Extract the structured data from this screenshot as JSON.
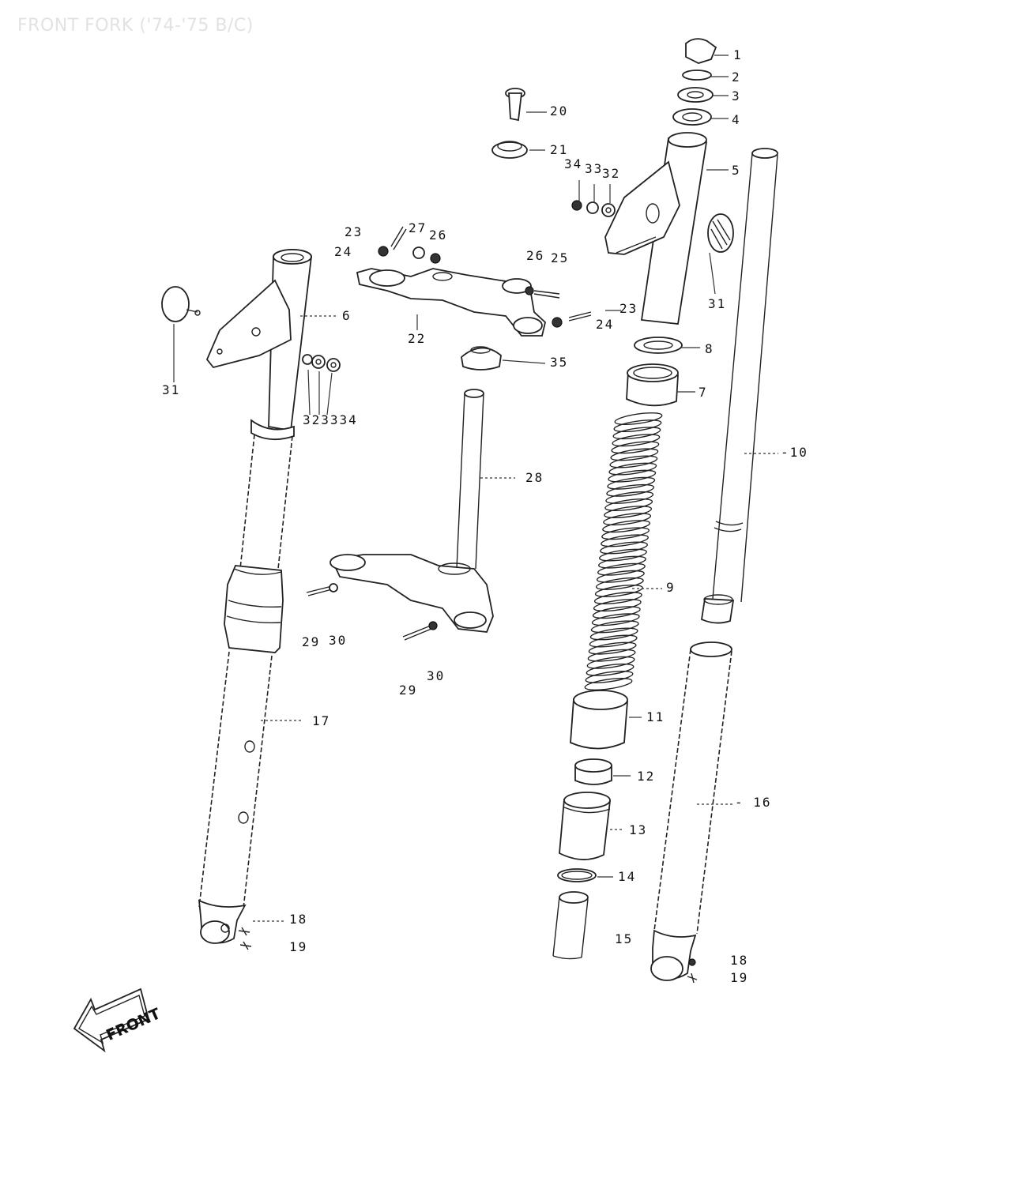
{
  "page": {
    "title": "FRONT FORK ('74-'75 B/C)"
  },
  "front_arrow": {
    "label": "FRONT"
  },
  "labels": [
    {
      "id": "l1",
      "text": "1"
    },
    {
      "id": "l2",
      "text": "2"
    },
    {
      "id": "l3",
      "text": "3"
    },
    {
      "id": "l4",
      "text": "4"
    },
    {
      "id": "l5",
      "text": "5"
    },
    {
      "id": "l6",
      "text": "6"
    },
    {
      "id": "l7",
      "text": "7"
    },
    {
      "id": "l8",
      "text": "8"
    },
    {
      "id": "l9",
      "text": "9"
    },
    {
      "id": "l10",
      "text": "-10"
    },
    {
      "id": "l11",
      "text": "11"
    },
    {
      "id": "l12",
      "text": "12"
    },
    {
      "id": "l13",
      "text": "13"
    },
    {
      "id": "l14",
      "text": "14"
    },
    {
      "id": "l15",
      "text": "15"
    },
    {
      "id": "l16",
      "text": "- 16"
    },
    {
      "id": "l17",
      "text": "17"
    },
    {
      "id": "l18a",
      "text": "18"
    },
    {
      "id": "l19a",
      "text": "19"
    },
    {
      "id": "l18b",
      "text": "18"
    },
    {
      "id": "l19b",
      "text": "19"
    },
    {
      "id": "l20",
      "text": "20"
    },
    {
      "id": "l21",
      "text": "21"
    },
    {
      "id": "l22",
      "text": "22"
    },
    {
      "id": "l23a",
      "text": "23"
    },
    {
      "id": "l23b",
      "text": "23"
    },
    {
      "id": "l24a",
      "text": "24"
    },
    {
      "id": "l24b",
      "text": "24"
    },
    {
      "id": "l25",
      "text": "25"
    },
    {
      "id": "l26a",
      "text": "26"
    },
    {
      "id": "l26b",
      "text": "26"
    },
    {
      "id": "l27",
      "text": "27"
    },
    {
      "id": "l28",
      "text": "28"
    },
    {
      "id": "l29a",
      "text": "29"
    },
    {
      "id": "l29b",
      "text": "29"
    },
    {
      "id": "l30a",
      "text": "30"
    },
    {
      "id": "l30b",
      "text": "30"
    },
    {
      "id": "l31a",
      "text": "31"
    },
    {
      "id": "l31b",
      "text": "31"
    },
    {
      "id": "l32a",
      "text": "32"
    },
    {
      "id": "l33a",
      "text": "33"
    },
    {
      "id": "l34a",
      "text": "34"
    },
    {
      "id": "l323334",
      "text": "323334"
    },
    {
      "id": "l35",
      "text": "35"
    }
  ]
}
